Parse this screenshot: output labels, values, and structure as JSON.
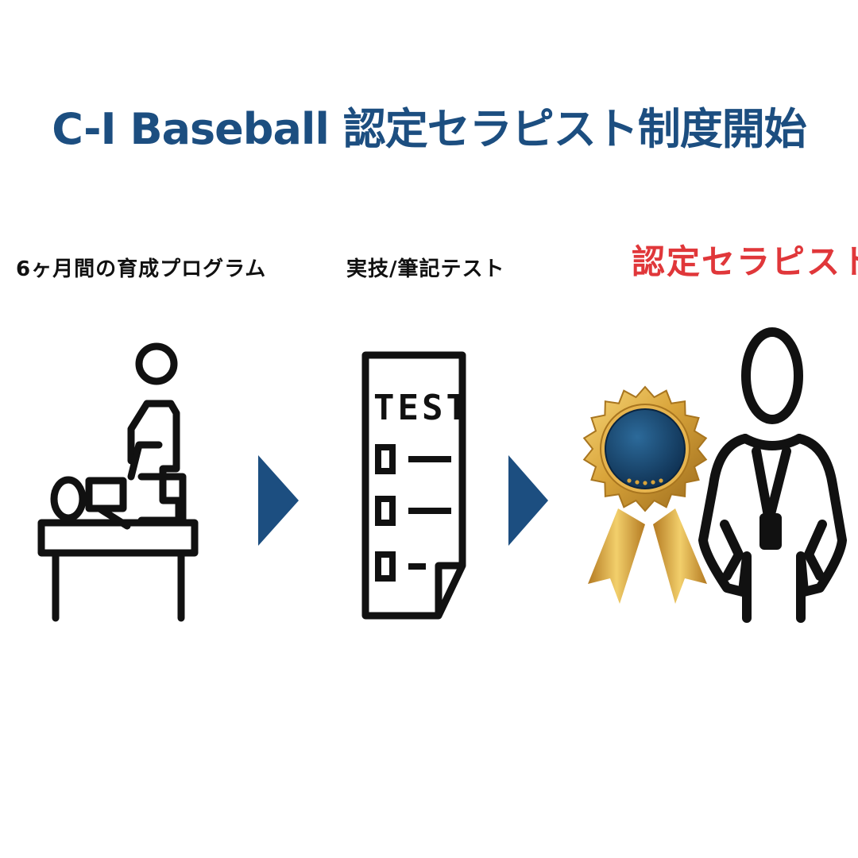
{
  "title": "C-I Baseball 認定セラピスト制度開始",
  "steps": [
    {
      "label": "6ヶ月間の育成プログラム",
      "icon": "therapy-massage-icon"
    },
    {
      "label": "実技/筆記テスト",
      "icon": "test-sheet-icon",
      "sheet_text": "TEST"
    },
    {
      "label": "認定セラピスト",
      "icon": "certified-therapist-icon"
    }
  ],
  "colors": {
    "title": "#1c4e80",
    "arrow": "#1c4e80",
    "highlight": "#e0373a",
    "line": "#111111",
    "medal_gold": "#d9a43a",
    "medal_blue": "#13395f"
  }
}
